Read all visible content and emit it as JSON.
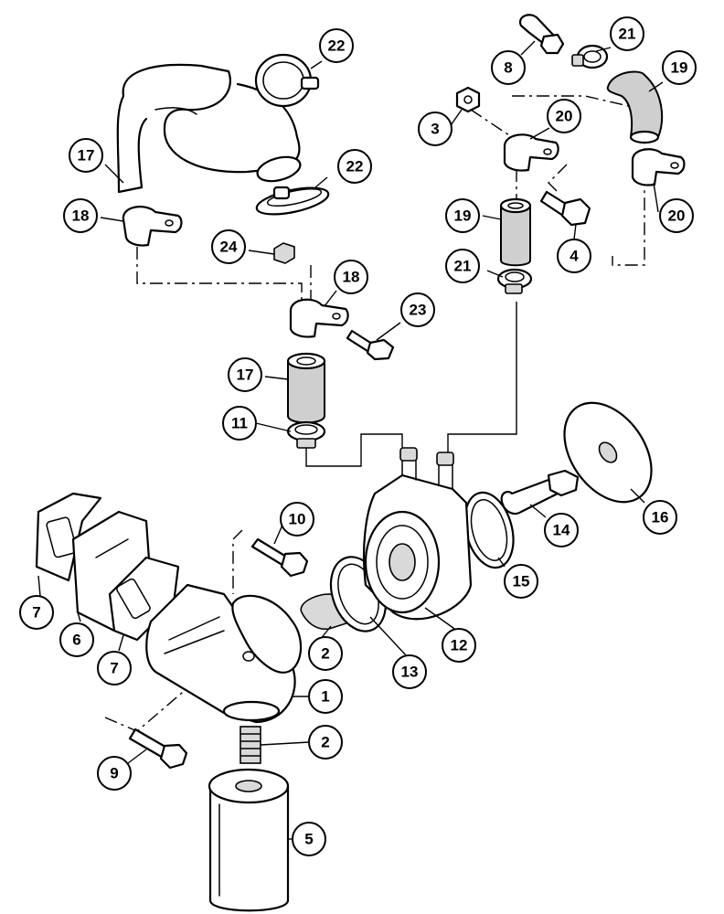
{
  "callouts": [
    {
      "id": "c1",
      "label": "1"
    },
    {
      "id": "c2a",
      "label": "2"
    },
    {
      "id": "c2b",
      "label": "2"
    },
    {
      "id": "c3",
      "label": "3"
    },
    {
      "id": "c4",
      "label": "4"
    },
    {
      "id": "c5",
      "label": "5"
    },
    {
      "id": "c6",
      "label": "6"
    },
    {
      "id": "c7a",
      "label": "7"
    },
    {
      "id": "c7b",
      "label": "7"
    },
    {
      "id": "c8",
      "label": "8"
    },
    {
      "id": "c9",
      "label": "9"
    },
    {
      "id": "c10",
      "label": "10"
    },
    {
      "id": "c11",
      "label": "11"
    },
    {
      "id": "c12",
      "label": "12"
    },
    {
      "id": "c13",
      "label": "13"
    },
    {
      "id": "c14",
      "label": "14"
    },
    {
      "id": "c15",
      "label": "15"
    },
    {
      "id": "c16",
      "label": "16"
    },
    {
      "id": "c17a",
      "label": "17"
    },
    {
      "id": "c17b",
      "label": "17"
    },
    {
      "id": "c18a",
      "label": "18"
    },
    {
      "id": "c18b",
      "label": "18"
    },
    {
      "id": "c19a",
      "label": "19"
    },
    {
      "id": "c19b",
      "label": "19"
    },
    {
      "id": "c20a",
      "label": "20"
    },
    {
      "id": "c20b",
      "label": "20"
    },
    {
      "id": "c21a",
      "label": "21"
    },
    {
      "id": "c21b",
      "label": "21"
    },
    {
      "id": "c22a",
      "label": "22"
    },
    {
      "id": "c22b",
      "label": "22"
    },
    {
      "id": "c23",
      "label": "23"
    },
    {
      "id": "c24",
      "label": "24"
    }
  ]
}
